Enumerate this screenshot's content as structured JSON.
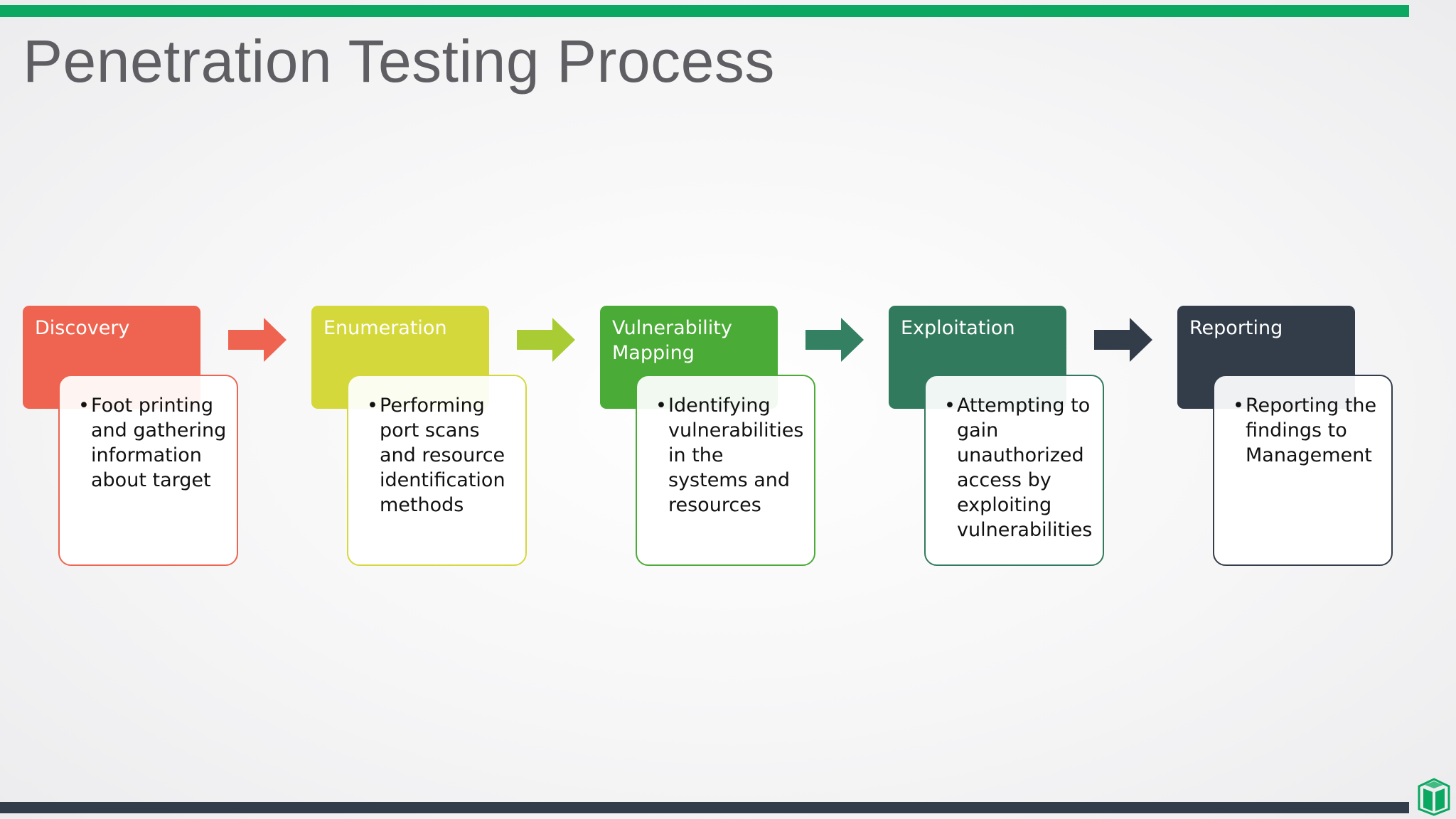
{
  "slide": {
    "title": "Penetration Testing Process"
  },
  "stages": [
    {
      "name": "Discovery",
      "description": "Foot printing and gathering information about target",
      "color": "#ee6450"
    },
    {
      "name": "Enumeration",
      "description": "Performing port scans and resource identification methods",
      "color": "#d5d83a"
    },
    {
      "name": "Vulnerability Mapping",
      "description": "Identifying vulnerabilities in the systems and resources",
      "color": "#4aab36"
    },
    {
      "name": "Exploitation",
      "description": "Attempting to gain unauthorized access by exploiting vulnerabilities",
      "color": "#327a5d"
    },
    {
      "name": "Reporting",
      "description": "Reporting the findings to Management",
      "color": "#333d4a"
    }
  ],
  "arrows": [
    {
      "color": "#ee6450"
    },
    {
      "color": "#a9cc35"
    },
    {
      "color": "#338062"
    },
    {
      "color": "#333d4a"
    }
  ],
  "bullet_char": "•",
  "theme": {
    "top_bar": "#0aa860",
    "bottom_bar": "#323c4b",
    "logo": "#0aa860"
  }
}
